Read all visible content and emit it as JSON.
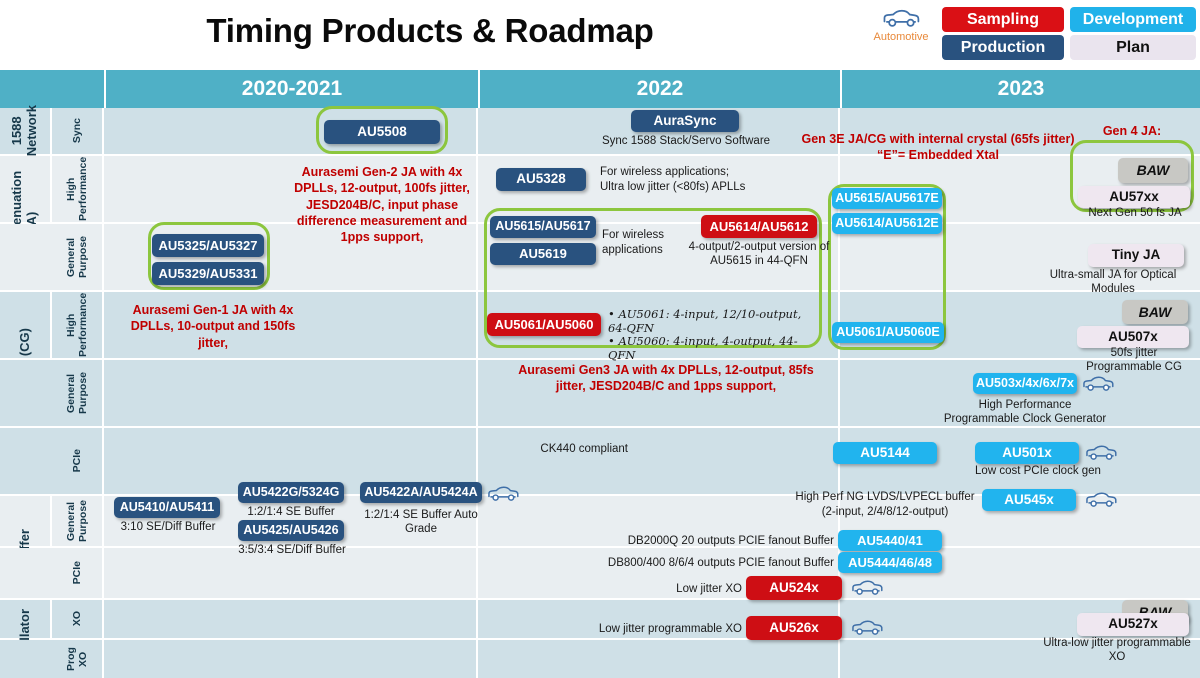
{
  "title": "Timing Products & Roadmap",
  "legend": {
    "automotive_label": "Automotive",
    "automotive_icon": "car-icon",
    "sampling": "Sampling",
    "production": "Production",
    "development": "Development",
    "plan": "Plan",
    "colors": {
      "sampling": "#DA1015",
      "production": "#29527F",
      "development": "#20B2EA",
      "plan": "#EAE4EE",
      "baw": "#C8C8C4",
      "highlight_ring": "#8CC63E",
      "header_band": "#4FB0C6",
      "note_red": "#C00000"
    }
  },
  "columns": [
    {
      "label": ""
    },
    {
      "label": "2020-2021"
    },
    {
      "label": "2022"
    },
    {
      "label": "2023"
    }
  ],
  "rows": [
    {
      "category": "1588 Network",
      "sub": "Sync"
    },
    {
      "category": "Jitter Attenuation (JA)",
      "sub": "High Performance"
    },
    {
      "category": "Jitter Attenuation (JA)",
      "sub": "General Purpose"
    },
    {
      "category": "Clock Generator (CG)",
      "sub": "High Performance"
    },
    {
      "category": "Clock Generator (CG)",
      "sub": "General Purpose"
    },
    {
      "category": "Clock Generator (CG)",
      "sub": "PCIe"
    },
    {
      "category": "Buffer",
      "sub": "General Purpose"
    },
    {
      "category": "Buffer",
      "sub": "PCIe"
    },
    {
      "category": "Oscillator",
      "sub": "XO"
    },
    {
      "category": "Oscillator",
      "sub": "Prog XO"
    }
  ],
  "cells": {
    "au5508": "AU5508",
    "gen2_note": "Aurasemi Gen-2 JA with 4x DPLLs,  12-output, 100fs jitter, JESD204B/C, input phase difference measurement and 1pps support,",
    "au5325_5327": "AU5325/AU5327",
    "au5329_5331": "AU5329/AU5331",
    "gen1_note": "Aurasemi Gen-1 JA with 4x DPLLs, 10-output and 150fs jitter,",
    "aurasync": "AuraSync",
    "aurasync_caption": "Sync 1588 Stack/Servo Software",
    "au5328": "AU5328",
    "au5328_caption": "For wireless applications;\nUltra low jitter (<80fs) APLLs",
    "au5615_5617": "AU5615/AU5617",
    "au5619": "AU5619",
    "wireless_caption": "For wireless applications",
    "au5614_5612": "AU5614/AU5612",
    "au5614_caption": "4-output/2-output version of AU5615 in 44-QFN",
    "au5061_5060": "AU5061/AU5060",
    "au5061_bullets": "• AU5061: 4-input, 12/10-output, 64-QFN\n• AU5060: 4-input, 4-output, 44-QFN",
    "gen3_note": "Aurasemi Gen3 JA with 4x DPLLs, 12-output, 85fs jitter, JESD204B/C and 1pps support,",
    "gen3e_note": "Gen 3E JA/CG with internal crystal (65fs jitter)\n“E”= Embedded Xtal",
    "au5615_5617e": "AU5615/AU5617E",
    "au5614_5612e": "AU5614/AU5612E",
    "au5061_5060e": "AU5061/AU5060E",
    "gen4_note": "Gen 4 JA:",
    "baw_1": "BAW",
    "au57xx": "AU57xx",
    "au57xx_caption": "Next Gen 50 fs JA",
    "tiny_ja": "Tiny JA",
    "tiny_ja_caption": "Ultra-small JA for Optical Modules",
    "baw_2": "BAW",
    "au507x": "AU507x",
    "au507x_caption": "50fs jitter Programmable CG",
    "au503x": "AU503x/4x/6x/7x",
    "au503x_caption": "High Performance Programmable Clock Generator",
    "ck440": "CK440 compliant",
    "au5144": "AU5144",
    "au501x": "AU501x",
    "au501x_caption": "Low cost PCIe clock gen",
    "au5410_5411": "AU5410/AU5411",
    "au5410_caption": "3:10 SE/Diff Buffer",
    "au5422g": "AU5422G/5324G",
    "au5422g_caption": "1:2/1:4 SE Buffer",
    "au5425_5426": "AU5425/AU5426",
    "au5425_caption": "3:5/3:4 SE/Diff Buffer",
    "au5422a": "AU5422A/AU5424A",
    "au5422a_caption": "1:2/1:4 SE Buffer Auto Grade",
    "au545x_caption": "High Perf NG LVDS/LVPECL buffer (2-input, 2/4/8/12-output)",
    "au545x": "AU545x",
    "db2000q_caption": "DB2000Q  20 outputs PCIE fanout Buffer",
    "au5440_41": "AU5440/41",
    "db800_caption": "DB800/400 8/6/4 outputs PCIE fanout Buffer",
    "au5444_46_48": "AU5444/46/48",
    "low_jitter_xo": "Low jitter XO",
    "au524x": "AU524x",
    "baw_3": "BAW",
    "low_jitter_prog_xo": "Low jitter programmable XO",
    "au526x": "AU526x",
    "au527x": "AU527x",
    "au527x_caption": "Ultra-low jitter programmable XO"
  }
}
